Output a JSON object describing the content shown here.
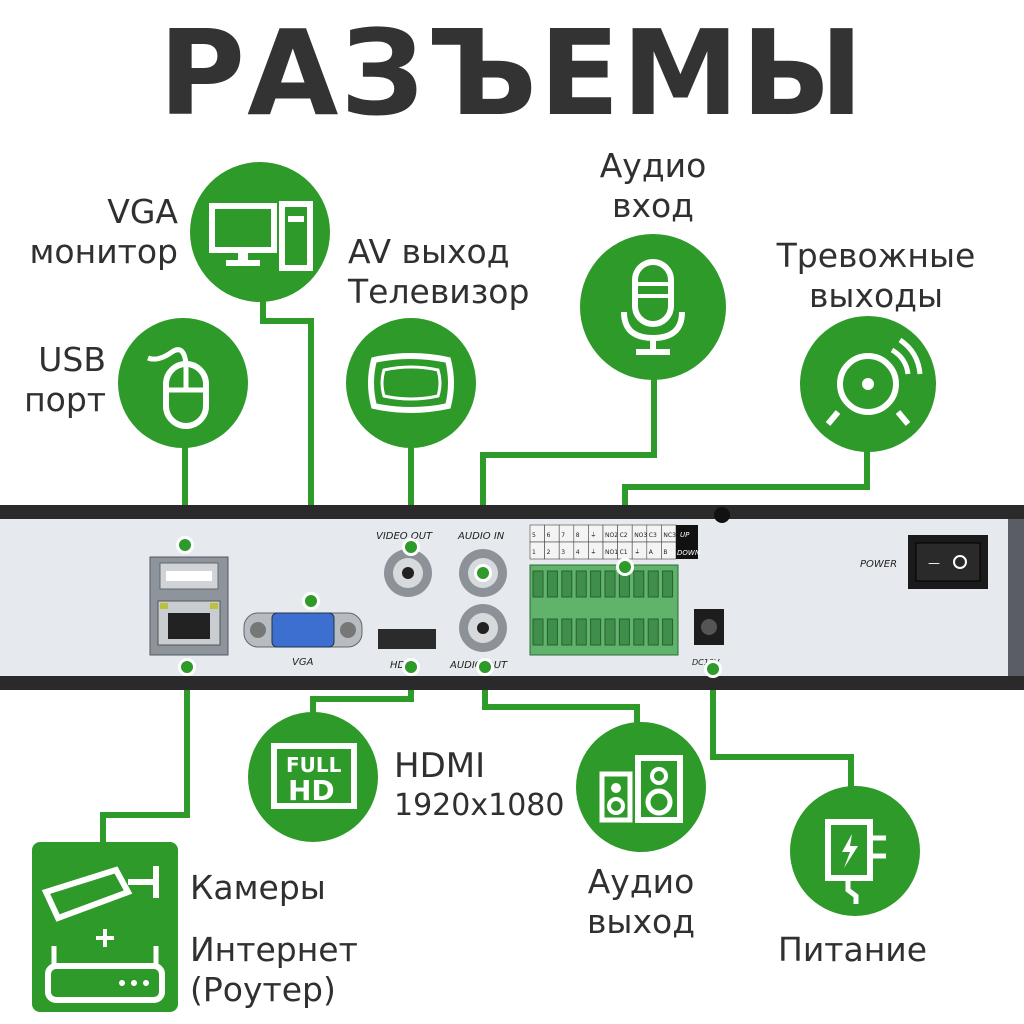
{
  "title": "РАЗЪЕМЫ",
  "labels": {
    "vga": [
      "VGA",
      "монитор"
    ],
    "av": [
      "AV выход",
      "Телевизор"
    ],
    "audio_in": [
      "Аудио",
      "вход"
    ],
    "alarm": [
      "Тревожные",
      "выходы"
    ],
    "usb": [
      "USB",
      "порт"
    ],
    "hdmi": [
      "HDMI",
      "1920x1080"
    ],
    "cameras": "Камеры",
    "internet": [
      "Интернет",
      "(Роутер)"
    ],
    "audio_out": [
      "Аудио",
      "выход"
    ],
    "power": "Питание"
  },
  "panel": {
    "video_out": "VIDEO OUT",
    "audio_in": "AUDIO IN",
    "audio_out": "AUDIO OUT",
    "vga": "VGA",
    "hdmi": "HDMI",
    "dc": "DC12V",
    "power": "POWER",
    "up": "UP",
    "down": "DOWN",
    "terminal_top": [
      "5",
      "6",
      "7",
      "8",
      "⏚",
      "NO2",
      "C2",
      "NO3",
      "C3",
      "NC3"
    ],
    "terminal_bottom": [
      "1",
      "2",
      "3",
      "4",
      "⏚",
      "NO1",
      "C1",
      "⏚",
      "A",
      "B"
    ]
  },
  "icons": {
    "vga": "computer-monitor-icon",
    "av": "tv-icon",
    "audio_in": "microphone-icon",
    "alarm": "alarm-bell-icon",
    "usb": "mouse-icon",
    "hdmi": "full-hd-icon",
    "audio_out": "speakers-icon",
    "power": "power-plug-icon",
    "cameras": "cctv-camera-icon",
    "internet": "router-icon"
  },
  "hdmi_badge": [
    "FULL",
    "HD"
  ],
  "colors": {
    "accent": "#2e9a2a",
    "title": "#333333",
    "panel": "#e6e9ee",
    "frame": "#2a2a2a"
  }
}
